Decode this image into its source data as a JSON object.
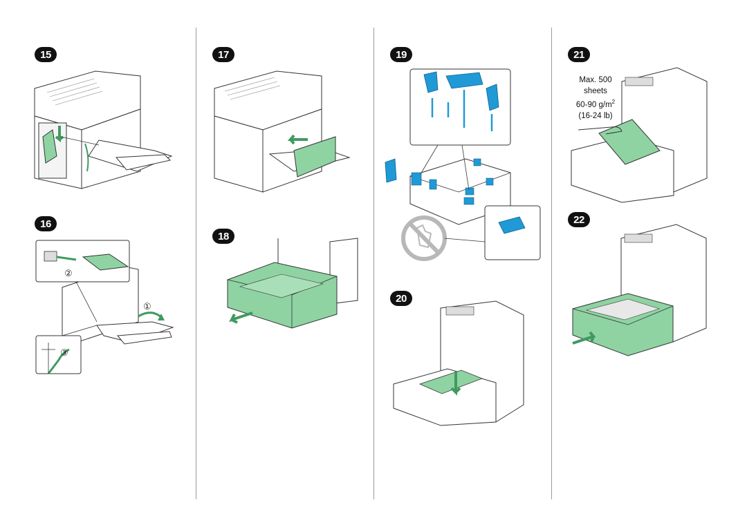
{
  "steps": {
    "s15": "15",
    "s16": "16",
    "s17": "17",
    "s18": "18",
    "s19": "19",
    "s20": "20",
    "s21": "21",
    "s22": "22"
  },
  "callouts": {
    "c1": "①",
    "c2": "②",
    "c3": "③"
  },
  "paper_note": {
    "line1": "Max. 500",
    "line2": "sheets",
    "line3_pre": "60-90 g/m",
    "line3_sup": "2",
    "line4": "(16-24 lb)"
  },
  "colors": {
    "accent_green": "#3f9a5f",
    "part_green": "#8fd3a3",
    "part_blue": "#1f9ad6",
    "outline": "#333333",
    "prohibit": "#b8b8b8"
  }
}
